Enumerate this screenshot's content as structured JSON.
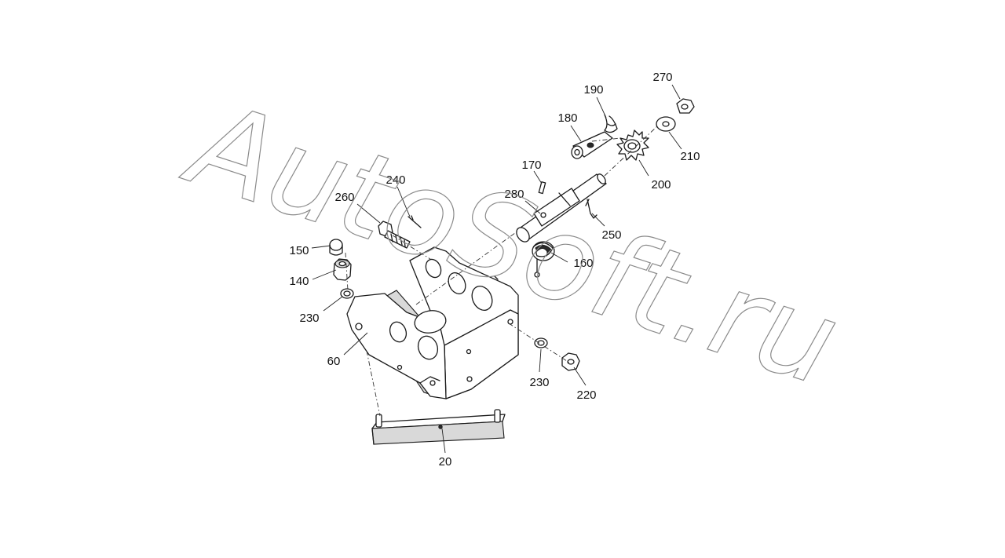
{
  "labels": {
    "p20": "20",
    "p60": "60",
    "p140": "140",
    "p150": "150",
    "p160": "160",
    "p170": "170",
    "p180": "180",
    "p190": "190",
    "p200": "200",
    "p210": "210",
    "p220": "220",
    "p230a": "230",
    "p230b": "230",
    "p240": "240",
    "p250": "250",
    "p260": "260",
    "p270": "270",
    "p280": "280"
  },
  "watermark": "AutoSoft.ru"
}
